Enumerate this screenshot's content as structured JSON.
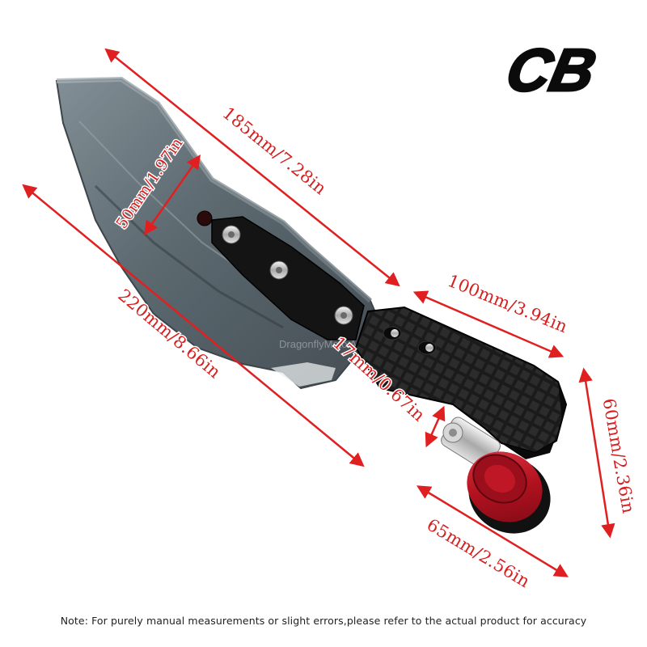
{
  "brand": {
    "logo_text": "CB"
  },
  "product": {
    "watermark": "DragonflyMoto Accessories"
  },
  "dimensions": {
    "top_length": "185mm/7.28in",
    "blade_height": "50mm/1.97in",
    "overall_length": "220mm/8.66in",
    "mount_length": "100mm/3.94in",
    "clamp_thickness": "17mm/0.67in",
    "bracket_height": "60mm/2.36in",
    "bar_end_length": "65mm/2.56in"
  },
  "footnote": "Note: For purely manual measurements or slight errors,please refer to the actual product for accuracy",
  "colors": {
    "arrow": "#e02020",
    "label": "#d61f1f",
    "shield": "#4e5a61",
    "bracket": "#151515",
    "bar_end": "#c4152a"
  }
}
